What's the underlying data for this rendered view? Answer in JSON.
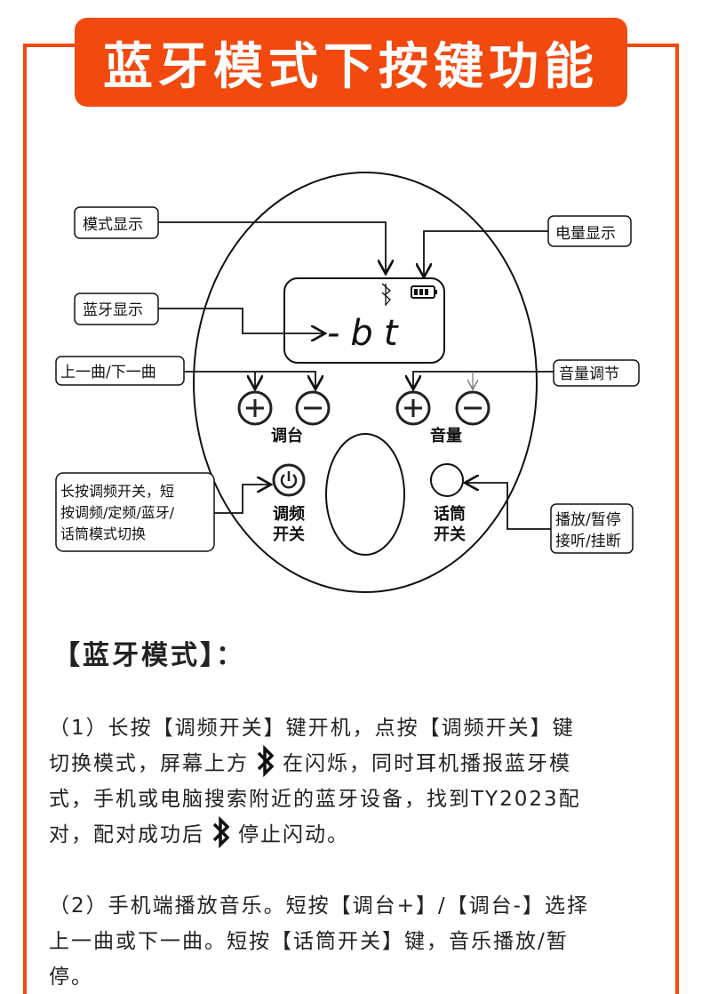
{
  "title": "蓝牙模式下按键功能",
  "colors": {
    "accent": "#F2490F",
    "line": "#111111"
  },
  "diagram": {
    "labels": {
      "mode_display": "模式显示",
      "battery_display": "电量显示",
      "bt_display": "蓝牙显示",
      "prev_next": "上一曲/下一曲",
      "volume_adjust": "音量调节",
      "power_desc": [
        "长按调频开关，短",
        "按调频/定频/蓝牙/",
        "话筒模式切换"
      ],
      "mic_desc": [
        "播放/暂停",
        "接听/挂断"
      ]
    },
    "screen_text": "-bt",
    "tuner_label": "调台",
    "volume_label": "音量",
    "power_label": [
      "调频",
      "开关"
    ],
    "mic_label": [
      "话筒",
      "开关"
    ]
  },
  "section_heading": "【蓝牙模式】：",
  "para1": {
    "l1": "（1）长按【调频开关】键开机，点按【调频开关】键",
    "l2a": "切换模式，屏幕上方",
    "l2b": "在闪烁，同时耳机播报蓝牙模",
    "l3": "式，手机或电脑搜索附近的蓝牙设备，找到TY2023配",
    "l4a": "对，配对成功后",
    "l4b": "停止闪动。"
  },
  "para2": {
    "l1": "（2）手机端播放音乐。短按【调台+】/【调台-】选择",
    "l2": "上一曲或下一曲。短按【话筒开关】键，音乐播放/暂",
    "l3": "停。"
  }
}
